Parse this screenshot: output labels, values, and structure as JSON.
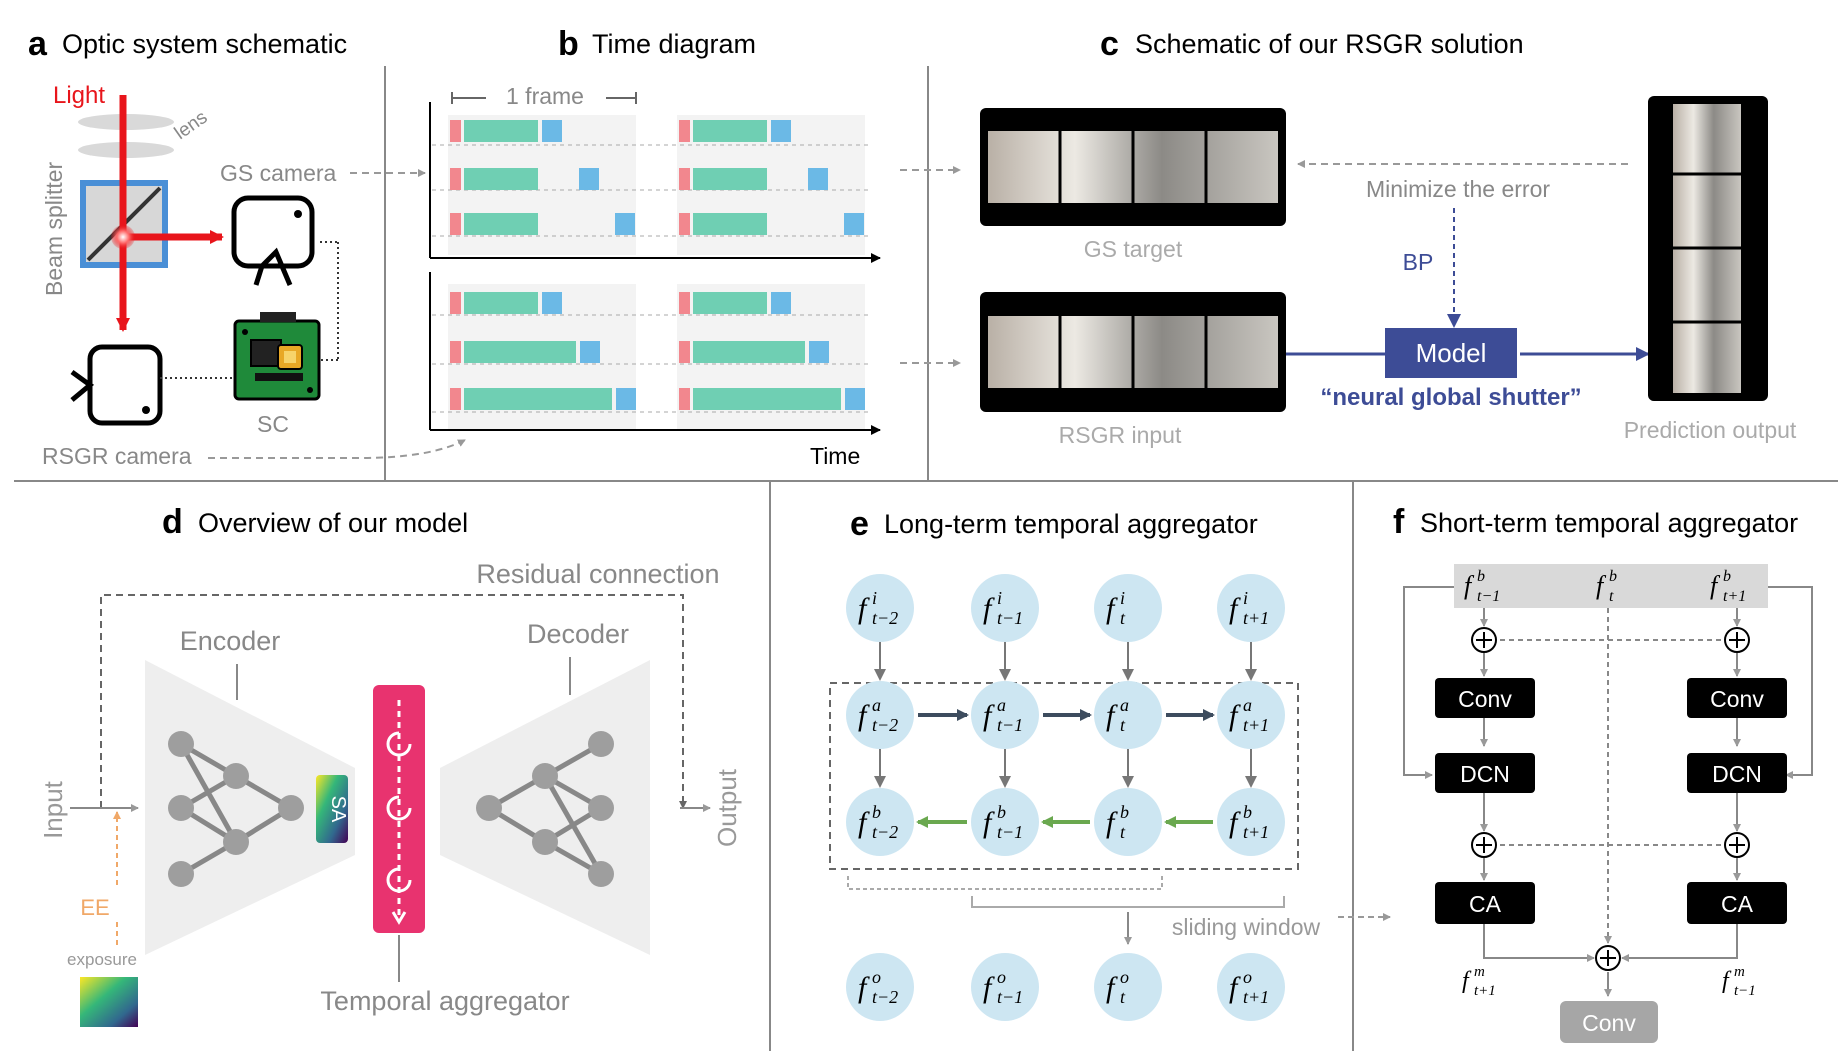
{
  "panels": {
    "a": {
      "letter": "a",
      "title": "Optic system schematic",
      "light": "Light",
      "lens": "lens",
      "beam_splitter": "Beam splitter",
      "gs_camera": "GS camera",
      "sc": "SC",
      "rsgr_camera": "RSGR camera"
    },
    "b": {
      "letter": "b",
      "title": "Time diagram",
      "frame": "1 frame",
      "time": "Time"
    },
    "c": {
      "letter": "c",
      "title": "Schematic of our RSGR solution",
      "minimize": "Minimize the error",
      "gs_target": "GS target",
      "bp": "BP",
      "model": "Model",
      "neural": "“neural global shutter”",
      "rsgr_input": "RSGR input",
      "prediction": "Prediction output"
    },
    "d": {
      "letter": "d",
      "title": "Overview of our model",
      "residual": "Residual connection",
      "encoder": "Encoder",
      "decoder": "Decoder",
      "input": "Input",
      "output": "Output",
      "sa": "SA",
      "ee": "EE",
      "exposure": "exposure",
      "temporal": "Temporal aggregator"
    },
    "e": {
      "letter": "e",
      "title": "Long-term temporal aggregator",
      "sliding": "sliding window",
      "subscripts": [
        "t−2",
        "t−1",
        "t",
        "t+1"
      ],
      "rows": [
        "i",
        "a",
        "b",
        "o"
      ]
    },
    "f": {
      "letter": "f",
      "title": "Short-term temporal aggregator",
      "top_sub": [
        "t−1",
        "t",
        "t+1"
      ],
      "top_sup": "b",
      "conv": "Conv",
      "dcn": "DCN",
      "ca": "CA",
      "fm_left_sub": "t+1",
      "fm_right_sub": "t−1",
      "fm_sup": "m",
      "final_conv": "Conv"
    }
  },
  "colors": {
    "teal": "#6fcfb3",
    "blue": "#6bb9e6",
    "pink": "#f2878e",
    "navy": "#3d4c96",
    "magenta": "#e8336f",
    "red": "#e8151b",
    "circle": "#cde6f2",
    "green": "#6aa84f",
    "gray": "#9e9e9e"
  }
}
